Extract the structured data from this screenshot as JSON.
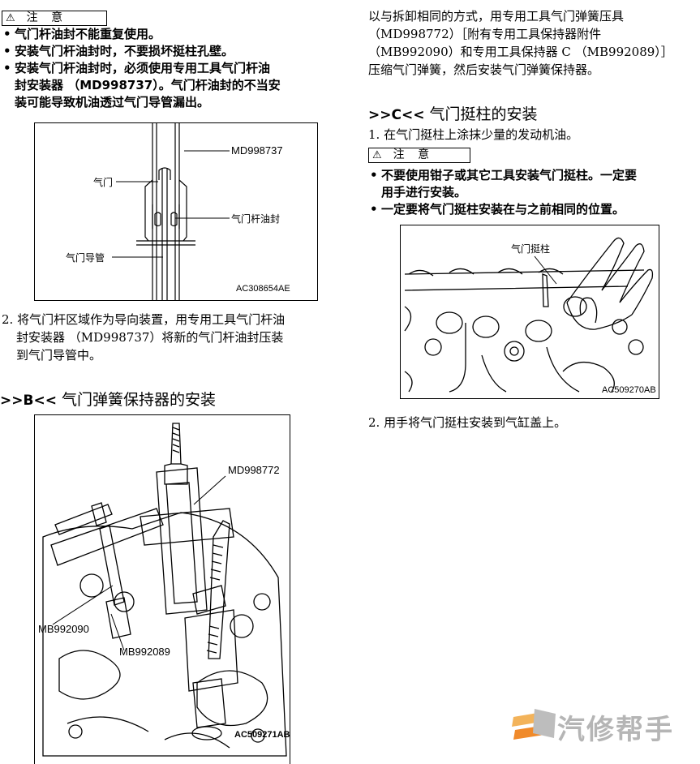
{
  "left": {
    "caution_label": "注 意",
    "bullets": [
      "气门杆油封不能重复使用。",
      "安装气门杆油封时，不要损坏挺柱孔壁。",
      "安装气门杆油封时，必须使用专用工具气门杆油",
      "封安装器 （MD998737）。气门杆油封的不当安",
      "装可能导致机油透过气门导管漏出。"
    ],
    "fig1": {
      "tool": "MD998737",
      "valve": "气门",
      "seal": "气门杆油封",
      "guide": "气门导管",
      "code": "AC308654AE"
    },
    "step2": [
      "2. 将气门杆区域作为导向装置，用专用工具气门杆油",
      "封安装器 （MD998737）将新的气门杆油封压装",
      "到气门导管中。"
    ],
    "section_b_key": ">>B<<",
    "section_b_title": " 气门弹簧保持器的安装",
    "fig2": {
      "tool1": "MD998772",
      "tool2": "MB992090",
      "tool3": "MB992089",
      "code": "AC509271AB"
    }
  },
  "right": {
    "intro": [
      "以与拆卸相同的方式，用专用工具气门弹簧压具",
      "（MD998772）［附有专用工具保持器附件",
      "（MB992090）和专用工具保持器 C （MB992089）］",
      "压缩气门弹簧，然后安装气门弹簧保持器。"
    ],
    "section_c_key": ">>C<<",
    "section_c_title": " 气门挺柱的安装",
    "step1": "1. 在气门挺柱上涂抹少量的发动机油。",
    "caution_label": "注 意",
    "bullets": [
      "不要使用钳子或其它工具安装气门挺柱。一定要",
      "用手进行安装。",
      "一定要将气门挺柱安装在与之前相同的位置。"
    ],
    "fig3": {
      "part": "气门挺柱",
      "code": "AC509270AB"
    },
    "step2": "2. 用手将气门挺柱安装到气缸盖上。"
  },
  "watermark": "汽修帮手"
}
